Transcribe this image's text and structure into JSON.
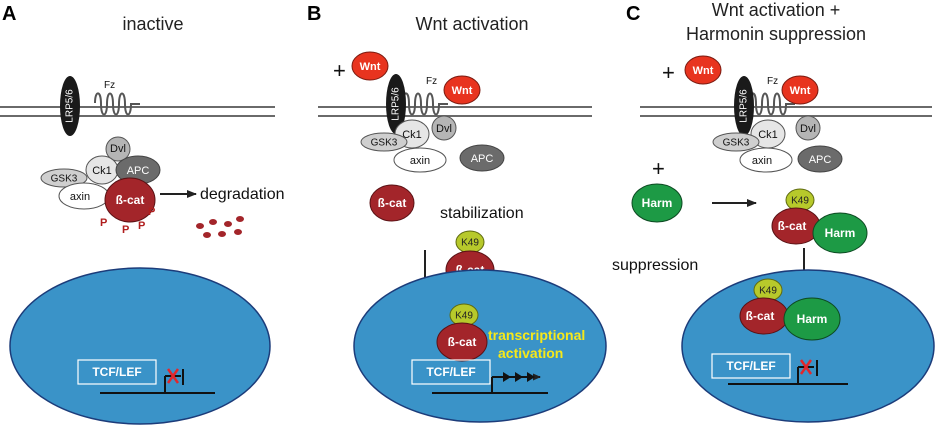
{
  "panels": {
    "a": {
      "letter": "A",
      "title": "inactive",
      "fz": "Fz",
      "lrp": "LRP5/6",
      "dvl": "Dvl",
      "ck1": "Ck1",
      "apc": "APC",
      "gsk3": "GSK3",
      "axin": "axin",
      "bcat": "ß-cat",
      "p": "P",
      "degradation": "degradation",
      "tcf": "TCF/LEF"
    },
    "b": {
      "letter": "B",
      "title": "Wnt activation",
      "plus": "+",
      "wnt": "Wnt",
      "fz": "Fz",
      "lrp": "LRP5/6",
      "dvl": "Dvl",
      "ck1": "Ck1",
      "gsk3": "GSK3",
      "axin": "axin",
      "apc": "APC",
      "bcat": "ß-cat",
      "stabilization": "stabilization",
      "k49": "K49",
      "tx1": "transcriptional",
      "tx2": "activation",
      "tcf": "TCF/LEF"
    },
    "c": {
      "letter": "C",
      "title1": "Wnt activation +",
      "title2": "Harmonin suppression",
      "plus": "+",
      "wnt": "Wnt",
      "fz": "Fz",
      "lrp": "LRP5/6",
      "dvl": "Dvl",
      "ck1": "Ck1",
      "gsk3": "GSK3",
      "axin": "axin",
      "apc": "APC",
      "harm": "Harm",
      "k49": "K49",
      "bcat": "ß-cat",
      "suppression": "suppression",
      "tcf": "TCF/LEF"
    }
  },
  "colors": {
    "nucleus": "#3a93c8",
    "bcat": "#a3252a",
    "wnt": "#e8341f",
    "harm": "#1d9a45",
    "k49": "#b7c92b",
    "apc": "#6b6b6b",
    "dvl": "#b5b5b5",
    "ck1": "#e6e6e6",
    "gsk3": "#cfcfcf",
    "membrane": "#6a6a6a",
    "repression_mark": "#e3262b",
    "transcription_text": "#f6e81a"
  }
}
